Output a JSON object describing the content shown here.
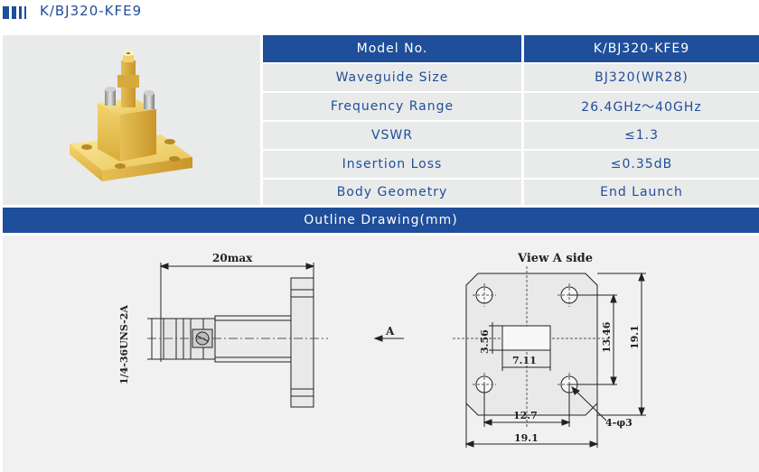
{
  "header": {
    "title": "K/BJ320-KFE9"
  },
  "spec_table": {
    "head": {
      "label": "Model No.",
      "value": "K/BJ320-KFE9"
    },
    "rows": [
      {
        "label": "Waveguide Size",
        "value": "BJ320(WR28)"
      },
      {
        "label": "Frequency Range",
        "value": "26.4GHz～40GHz"
      },
      {
        "label": "VSWR",
        "value": "≤1.3"
      },
      {
        "label": "Insertion Loss",
        "value": "≤0.35dB"
      },
      {
        "label": "Body Geometry",
        "value": "End Launch"
      }
    ]
  },
  "outline": {
    "title": "Outline Drawing(mm)",
    "side_view": {
      "length_label": "20max",
      "thread_label": "1/4-36UNS-2A",
      "view_marker": "A"
    },
    "end_view": {
      "title": "View A side",
      "dims": {
        "slot_height": "3.56",
        "slot_width": "7.11",
        "hole_vertical": "13.46",
        "overall_height": "19.1",
        "hole_horizontal": "12.7",
        "overall_width": "19.1",
        "holes": "4-φ3"
      }
    }
  },
  "colors": {
    "brand_blue": "#1f4e9a",
    "panel_gray": "#e9eaea",
    "gold": "#e8c55a"
  }
}
